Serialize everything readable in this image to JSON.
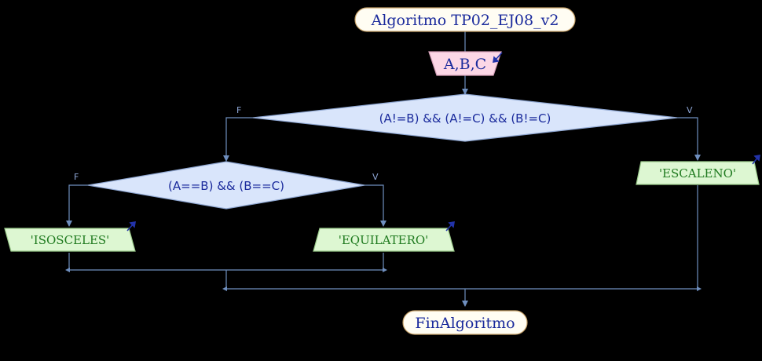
{
  "colors": {
    "background": "#000000",
    "connector": "#6f8fbf",
    "terminal_fill": "#fffdf3",
    "terminal_stroke": "#c8a36a",
    "terminal_text": "#1a2a9c",
    "input_fill": "#fcd7e6",
    "input_stroke": "#d5a0b8",
    "input_text": "#1a2a9c",
    "decision_fill": "#d9e5fb",
    "decision_stroke": "#8fa7d2",
    "decision_text": "#1a2a9c",
    "output_fill": "#ddf7d2",
    "output_stroke": "#9ccc8c",
    "output_text": "#1f7a1f",
    "branch_label": "#8ea6d6",
    "io_arrow": "#2233aa"
  },
  "flowchart": {
    "start_label": "Algoritmo TP02_EJ08_v2",
    "input_label": "A,B,C",
    "decision_main": {
      "condition": "(A!=B) && (A!=C) && (B!=C)",
      "false_label": "F",
      "true_label": "V"
    },
    "decision_inner": {
      "condition": "(A==B) && (B==C)",
      "false_label": "F",
      "true_label": "V"
    },
    "output_isosceles": "'ISOSCELES'",
    "output_equilatero": "'EQUILATERO'",
    "output_escaleno": "'ESCALENO'",
    "end_label": "FinAlgoritmo"
  }
}
